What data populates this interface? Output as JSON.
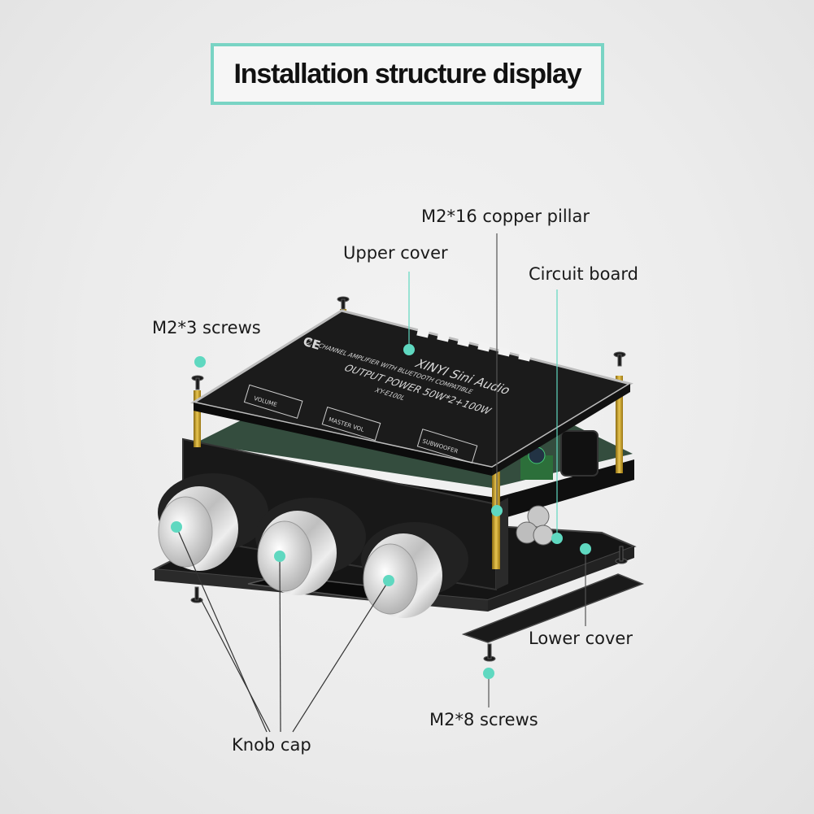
{
  "title": "Installation structure display",
  "labels": {
    "copper_pillar": "M2*16 copper pillar",
    "upper_cover": "Upper cover",
    "circuit_board": "Circuit board",
    "m2x3_screws": "M2*3 screws",
    "lower_cover": "Lower cover",
    "m2x8_screws": "M2*8 screws",
    "knob_cap": "Knob cap"
  },
  "board_print": {
    "brand": "XINYI Sini Audio",
    "line1": "2.1 CHANNEL AMPLIFIER WITH BLUETOOTH COMPATIBLE",
    "line2": "OUTPUT POWER 50W*2+100W",
    "model": "XY-E100L",
    "ce": "CE",
    "knob1": "VOLUME",
    "knob2": "MASTER VOL",
    "knob3": "SUBWOOFER"
  },
  "colors": {
    "accent": "#5fd8c0",
    "title_border": "#79d4c4",
    "pcb": "#1b1b1b",
    "pillar": "#c9a227"
  },
  "icons": {
    "callout_dot": "teal-dot-marker"
  }
}
